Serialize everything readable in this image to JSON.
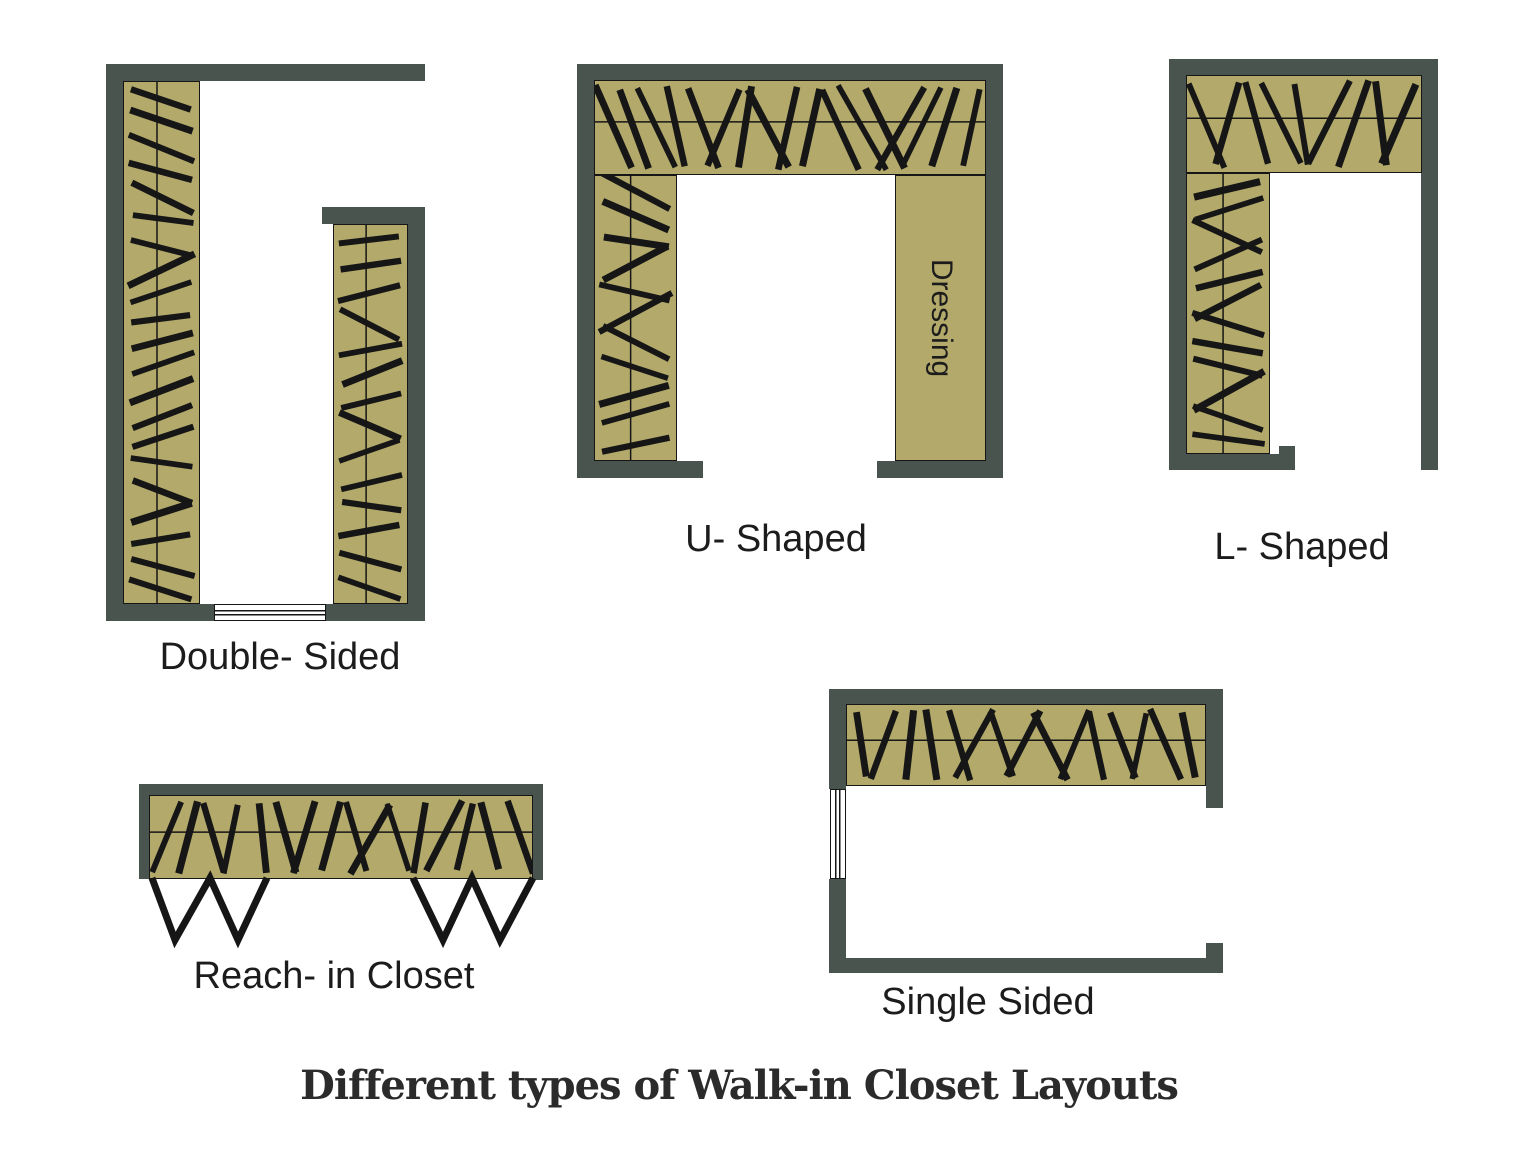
{
  "title": "Different types of Walk-in Closet Layouts",
  "colors": {
    "wall": "#4a544f",
    "closet": "#b2a96a",
    "line": "#161616",
    "door": "#ffffff",
    "label": "#1c1c1c",
    "title": "#2b2b2b"
  },
  "labels": {
    "double_sided": "Double- Sided",
    "u_shaped": "U- Shaped",
    "l_shaped": "L- Shaped",
    "reach_in": "Reach- in Closet",
    "single_sided": "Single Sided",
    "dressing": "Dressing"
  },
  "strips": {
    "ds_left": {
      "orient": "v",
      "hangers": 21,
      "seed": 11
    },
    "ds_right": {
      "orient": "v",
      "hangers": 14,
      "seed": 27
    },
    "u_top": {
      "orient": "h",
      "hangers": 17,
      "seed": 33
    },
    "u_left": {
      "orient": "v",
      "hangers": 11,
      "seed": 45
    },
    "u_right": {
      "orient": "v",
      "hangers": 0,
      "seed": 55
    },
    "l_top": {
      "orient": "h",
      "hangers": 9,
      "seed": 61
    },
    "l_left": {
      "orient": "v",
      "hangers": 12,
      "seed": 78
    },
    "reach": {
      "orient": "h",
      "hangers": 16,
      "seed": 88
    },
    "single": {
      "orient": "h",
      "hangers": 15,
      "seed": 94
    }
  }
}
